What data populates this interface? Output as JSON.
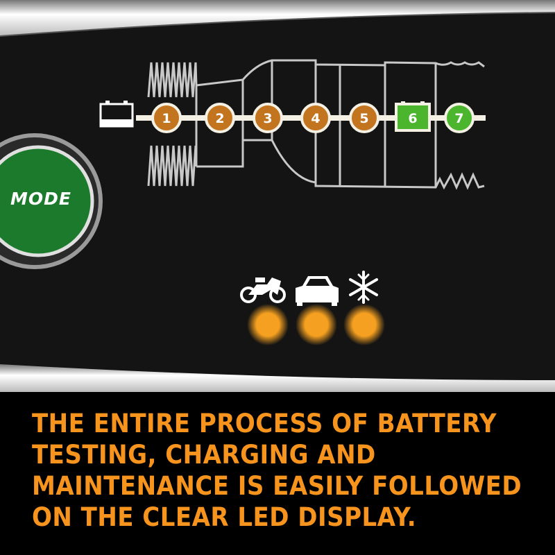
{
  "display": {
    "battery_icon": "battery-icon",
    "steps": [
      {
        "label": "1",
        "state": "active",
        "color": "#c2741e"
      },
      {
        "label": "2",
        "state": "active",
        "color": "#c2741e"
      },
      {
        "label": "3",
        "state": "active",
        "color": "#c2741e"
      },
      {
        "label": "4",
        "state": "active",
        "color": "#c2741e"
      },
      {
        "label": "5",
        "state": "active",
        "color": "#c2741e"
      },
      {
        "label": "6",
        "state": "charged",
        "color": "#4cb52e"
      },
      {
        "label": "7",
        "state": "charged",
        "color": "#4cb52e"
      }
    ],
    "mode_button": {
      "label": "MODE",
      "color": "#1c7a2c"
    },
    "mode_icons": [
      "motorcycle-icon",
      "car-icon",
      "snowflake-icon"
    ],
    "led_color": "#f5a020"
  },
  "caption": {
    "lines": [
      "THE ENTIRE PROCESS OF BATTERY",
      "TESTING, CHARGING AND",
      "MAINTENANCE IS EASILY FOLLOWED",
      "ON THE CLEAR LED DISPLAY."
    ],
    "color": "#f7941d"
  }
}
